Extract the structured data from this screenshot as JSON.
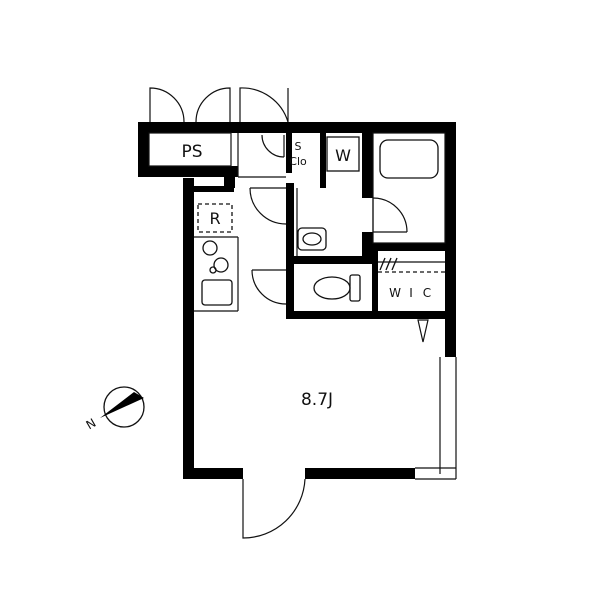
{
  "floorplan": {
    "labels": {
      "ps": "PS",
      "shoe_closet_s": "S",
      "shoe_closet_clo": "Clo",
      "washer": "W",
      "refrigerator": "R",
      "wic_w": "W",
      "wic_i": "I",
      "wic_c": "C",
      "room_size": "8.7J"
    },
    "compass": {
      "north_label": "N"
    },
    "colors": {
      "wall": "#000000",
      "line": "#111111",
      "background": "#ffffff"
    }
  }
}
